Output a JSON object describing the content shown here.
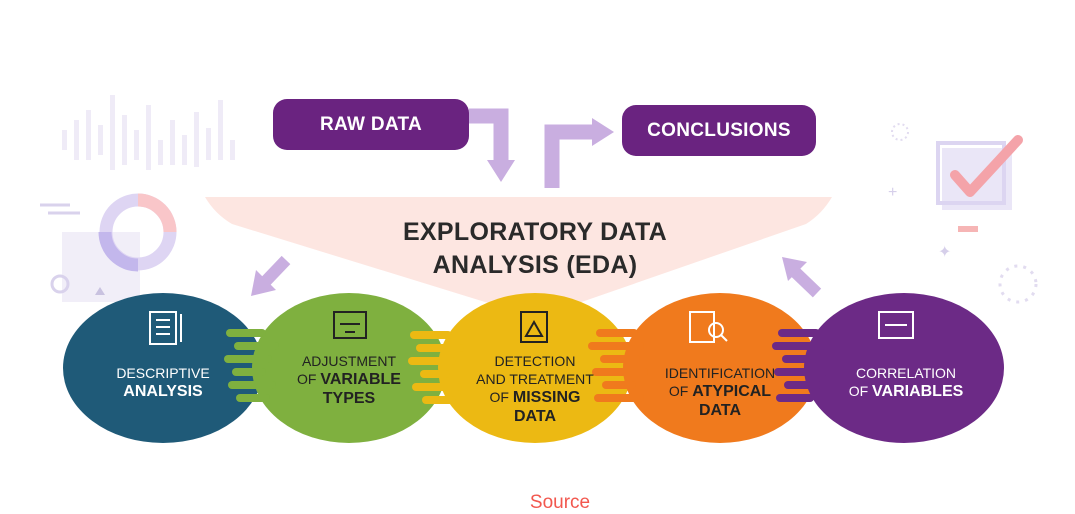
{
  "diagram": {
    "input_label": "RAW DATA",
    "output_label": "CONCLUSIONS",
    "title_line1": "EXPLORATORY DATA",
    "title_line2": "ANALYSIS (EDA)",
    "stages": [
      {
        "l1": "DESCRIPTIVE",
        "l2": "",
        "l3": "ANALYSIS",
        "l4": "",
        "color": "#1f5a78",
        "icon": "checklist-icon"
      },
      {
        "l1": "ADJUSTMENT",
        "l2": "OF ",
        "l3": "VARIABLE",
        "l4": "TYPES",
        "color": "#7fb03f",
        "icon": "variable-types-icon"
      },
      {
        "l1": "DETECTION",
        "l2": "AND TREATMENT",
        "l3": "OF ",
        "l4": "MISSING",
        "l5": "DATA",
        "color": "#ecb913",
        "icon": "missing-data-icon"
      },
      {
        "l1": "IDENTIFICATION",
        "l2": "OF ",
        "l3": "ATYPICAL",
        "l4": "DATA",
        "color": "#f07a1d",
        "icon": "atypical-search-icon"
      },
      {
        "l1": "CORRELATION",
        "l2": "OF ",
        "l3": "VARIABLES",
        "l4": "",
        "color": "#6c2a86",
        "icon": "puzzle-icon"
      }
    ]
  },
  "source_link": "Source",
  "colors": {
    "pill": "#6a2380",
    "funnel": "#fde6e1",
    "arrow": "#c9aee0",
    "link": "#f2574e"
  }
}
